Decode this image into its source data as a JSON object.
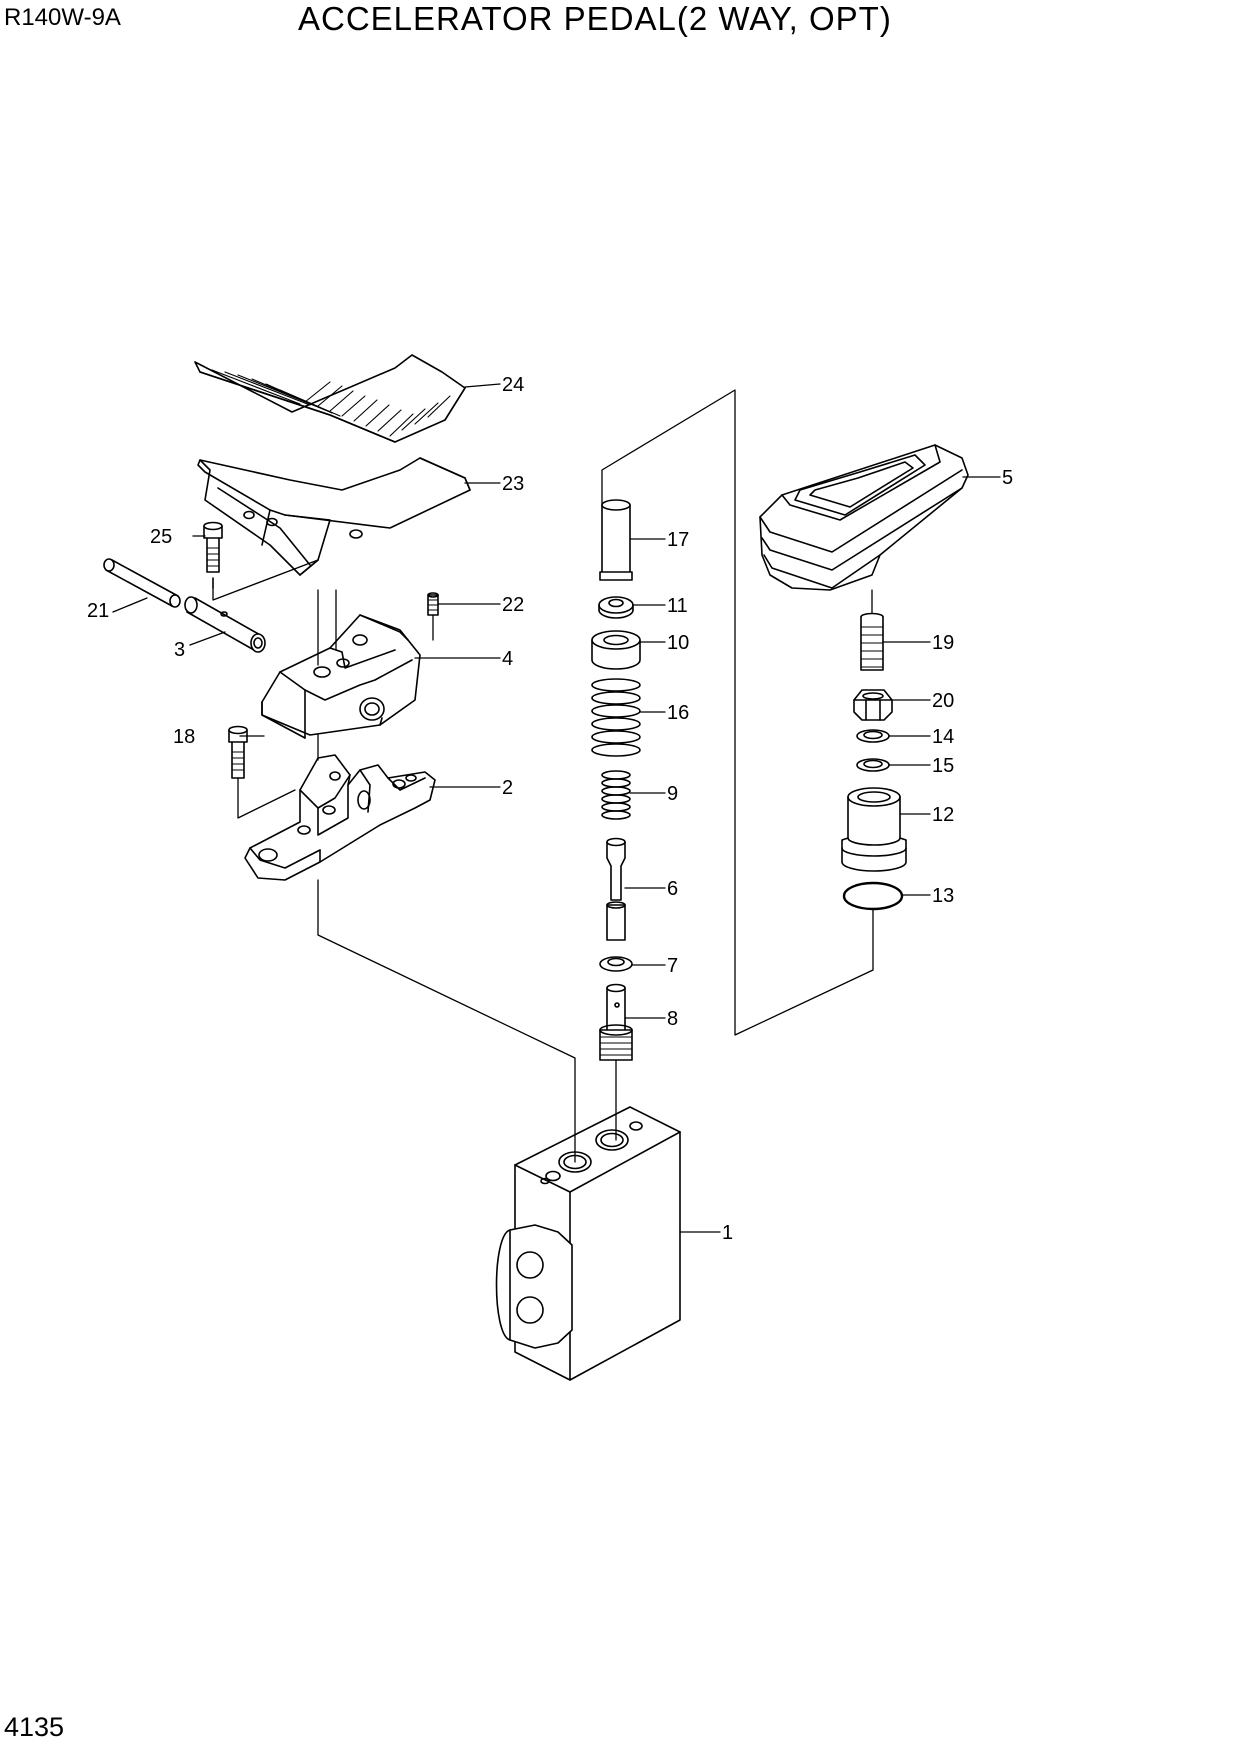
{
  "header": {
    "model": "R140W-9A",
    "title": "ACCELERATOR PEDAL(2 WAY, OPT)"
  },
  "footer": {
    "page_number": "4135"
  },
  "callouts": [
    "1",
    "2",
    "3",
    "4",
    "5",
    "6",
    "7",
    "8",
    "9",
    "10",
    "11",
    "12",
    "13",
    "14",
    "15",
    "16",
    "17",
    "18",
    "19",
    "20",
    "21",
    "22",
    "23",
    "24",
    "25"
  ]
}
